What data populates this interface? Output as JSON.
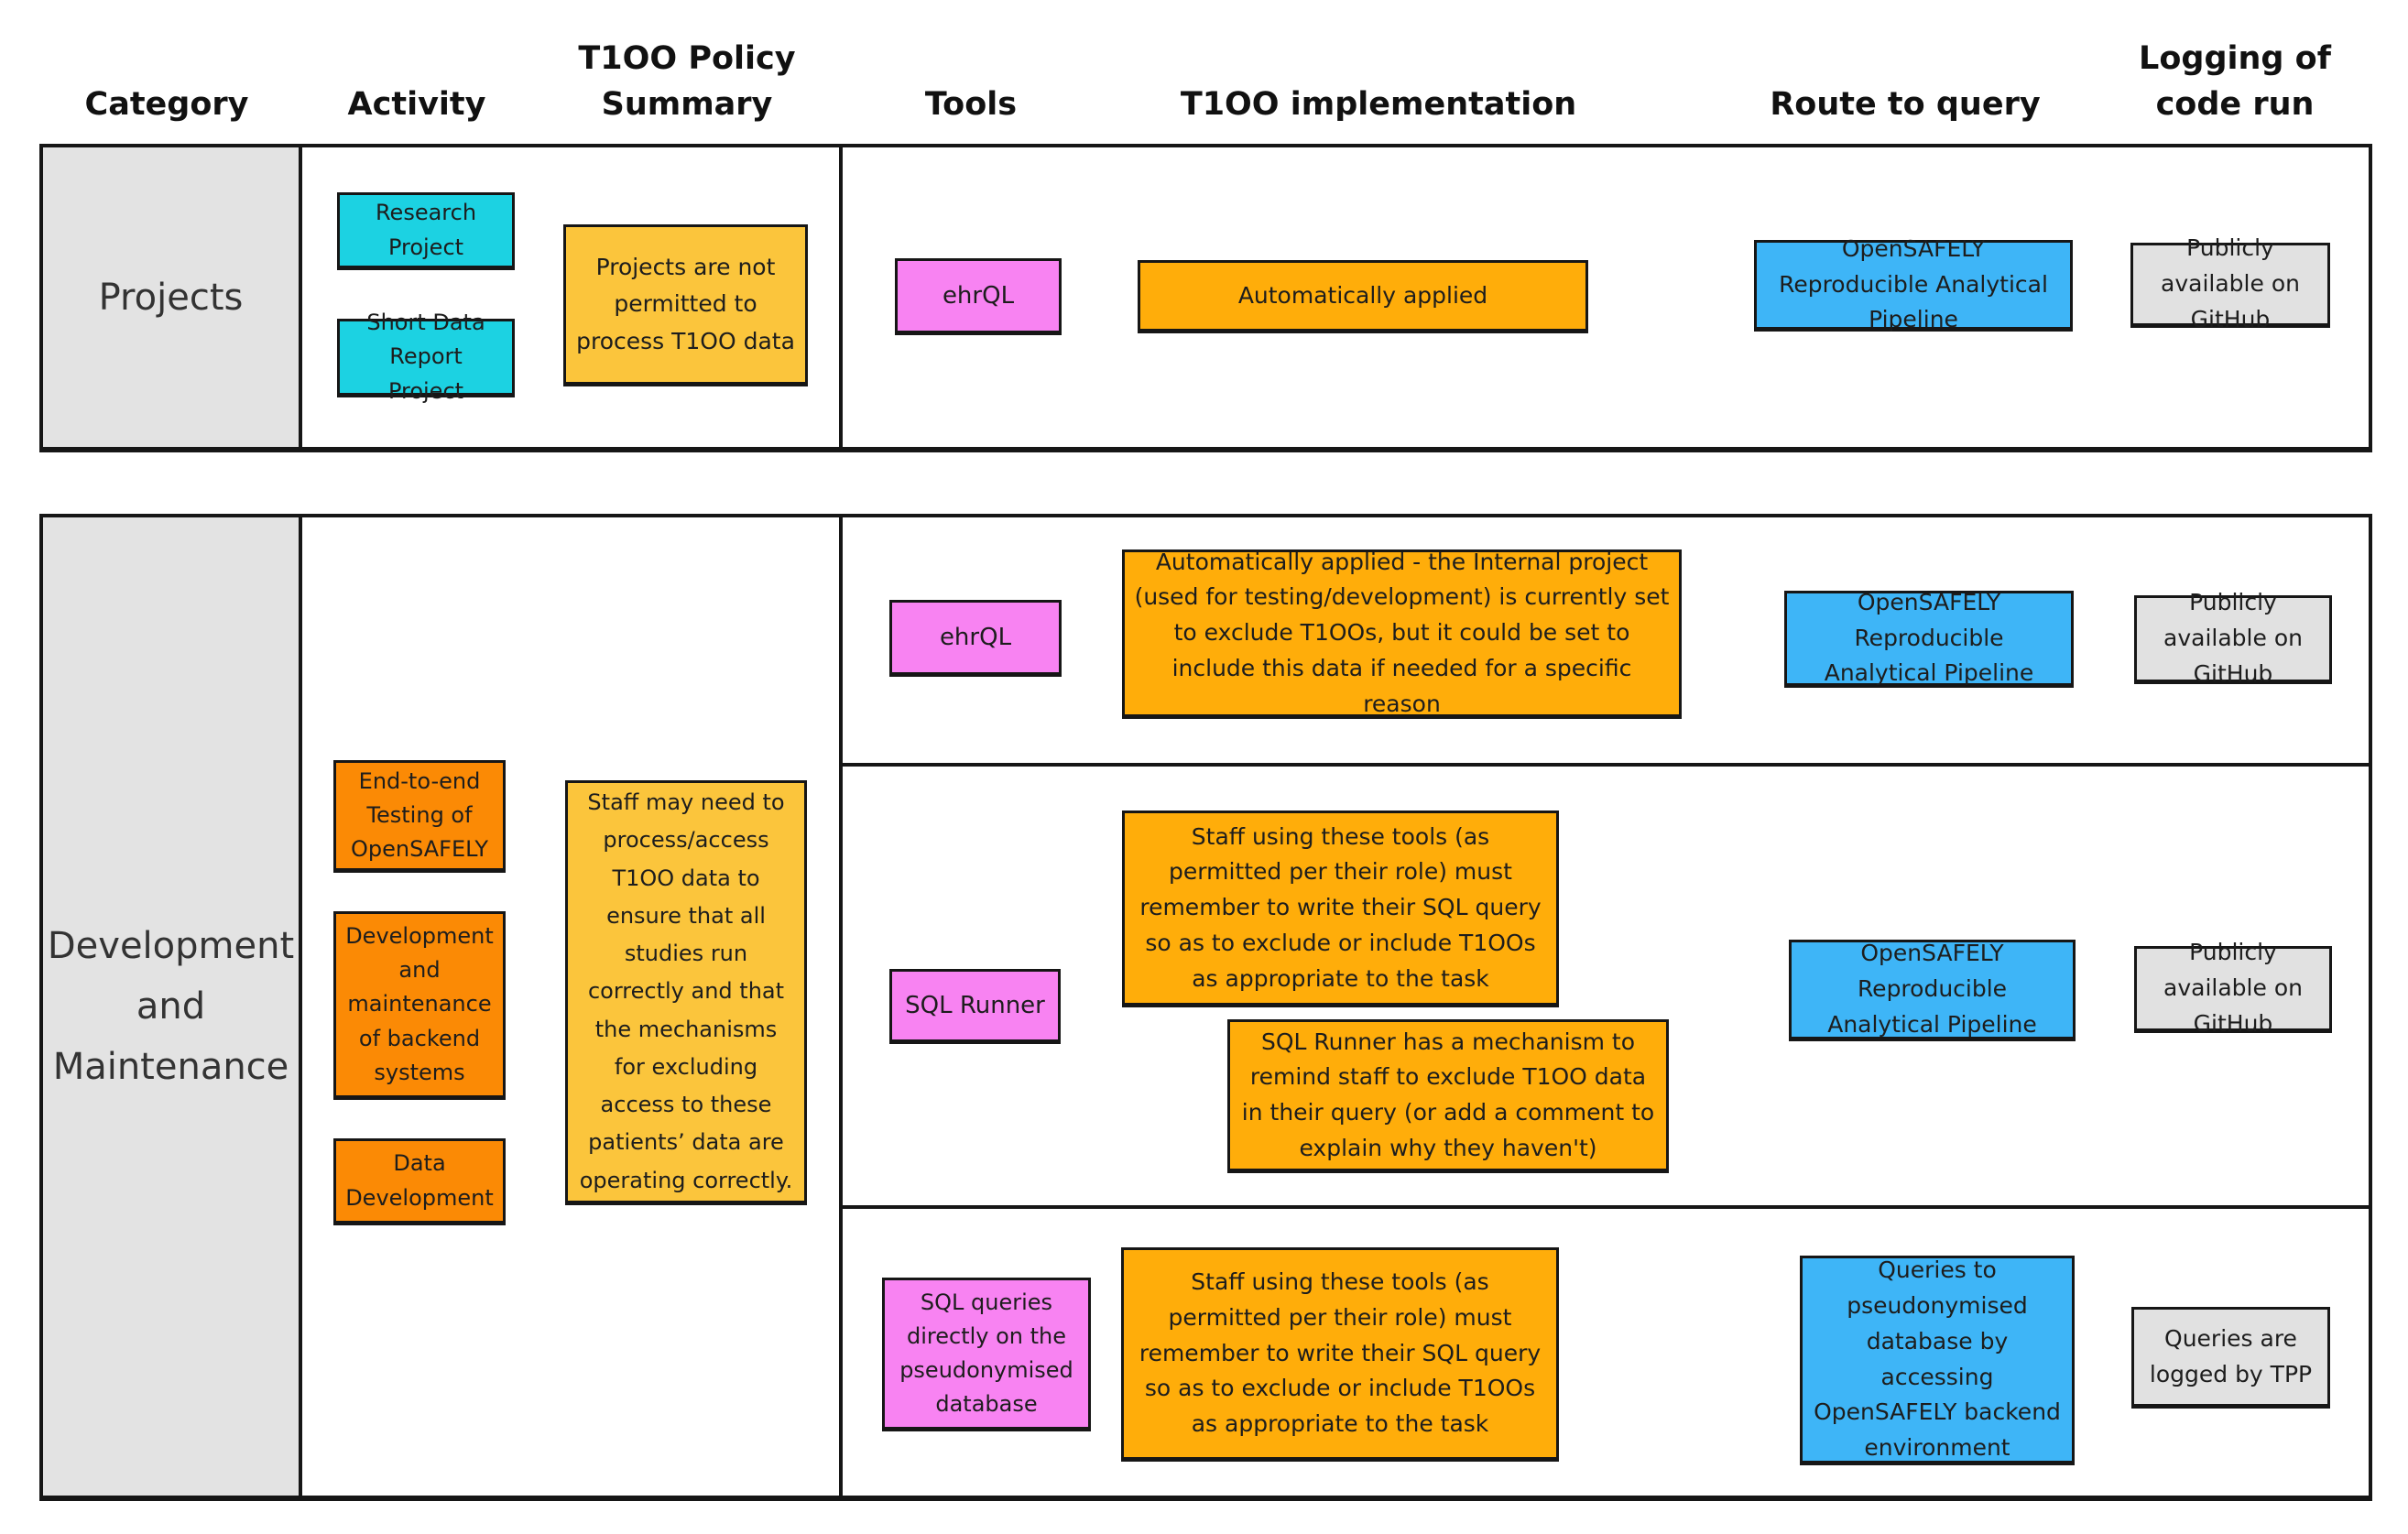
{
  "headers": {
    "category": "Category",
    "activity": "Activity",
    "policy_summary": "T1OO Policy Summary",
    "tools": "Tools",
    "implementation": "T1OO implementation",
    "route": "Route to query",
    "logging": "Logging of code run"
  },
  "colors": {
    "cyan_activity": "#1cd2e2",
    "orange_activity": "#fb8a05",
    "yellow_summary": "#fbc53c",
    "pink_tool": "#f883f2",
    "amber_implementation": "#ffad0a",
    "blue_route": "#3eb5f7",
    "grey_category": "#e3e3e3",
    "grey_logging": "#e1e1e1",
    "border": "#161616"
  },
  "projects": {
    "category": "Projects",
    "activity_1": "Research Project",
    "activity_2": "Short Data Report Project",
    "summary": "Projects are not permitted to process T1OO data",
    "tool": "ehrQL",
    "implementation": "Automatically applied",
    "route": "OpenSAFELY Reproducible Analytical Pipeline",
    "logging": "Publicly available on GitHub"
  },
  "development": {
    "category": "Development and Maintenance",
    "activity_1": "End-to-end Testing of OpenSAFELY",
    "activity_2": "Development and maintenance of backend systems",
    "activity_3": "Data Development",
    "summary": "Staff may need to process/access T1OO data to ensure that all studies run correctly and that the mechanisms for excluding access to these patients’ data are operating correctly.",
    "ehrql": {
      "tool": "ehrQL",
      "implementation": "Automatically applied - the Internal project (used for testing/development) is currently set to exclude T1OOs, but it could be set to include this data if needed for a specific reason",
      "route": "OpenSAFELY Reproducible Analytical Pipeline",
      "logging": "Publicly available on GitHub"
    },
    "sql_runner": {
      "tool": "SQL Runner",
      "implementation_note_1": "Staff using these tools (as permitted per their role) must remember to write their SQL query so as to exclude or include T1OOs as appropriate to the task",
      "implementation_note_2": "SQL Runner has a mechanism to remind staff to exclude T1OO data in their query (or add a comment to explain why they haven't)",
      "route": "OpenSAFELY Reproducible Analytical Pipeline",
      "logging": "Publicly available on GitHub"
    },
    "sql_direct": {
      "tool": "SQL queries directly on the pseudonymised database",
      "implementation": "Staff using these tools (as permitted per their role) must remember to write their SQL query so as to exclude or include T1OOs as appropriate to the task",
      "route": "Queries to pseudonymised database by accessing OpenSAFELY backend environment",
      "logging": "Queries are logged by TPP"
    }
  }
}
